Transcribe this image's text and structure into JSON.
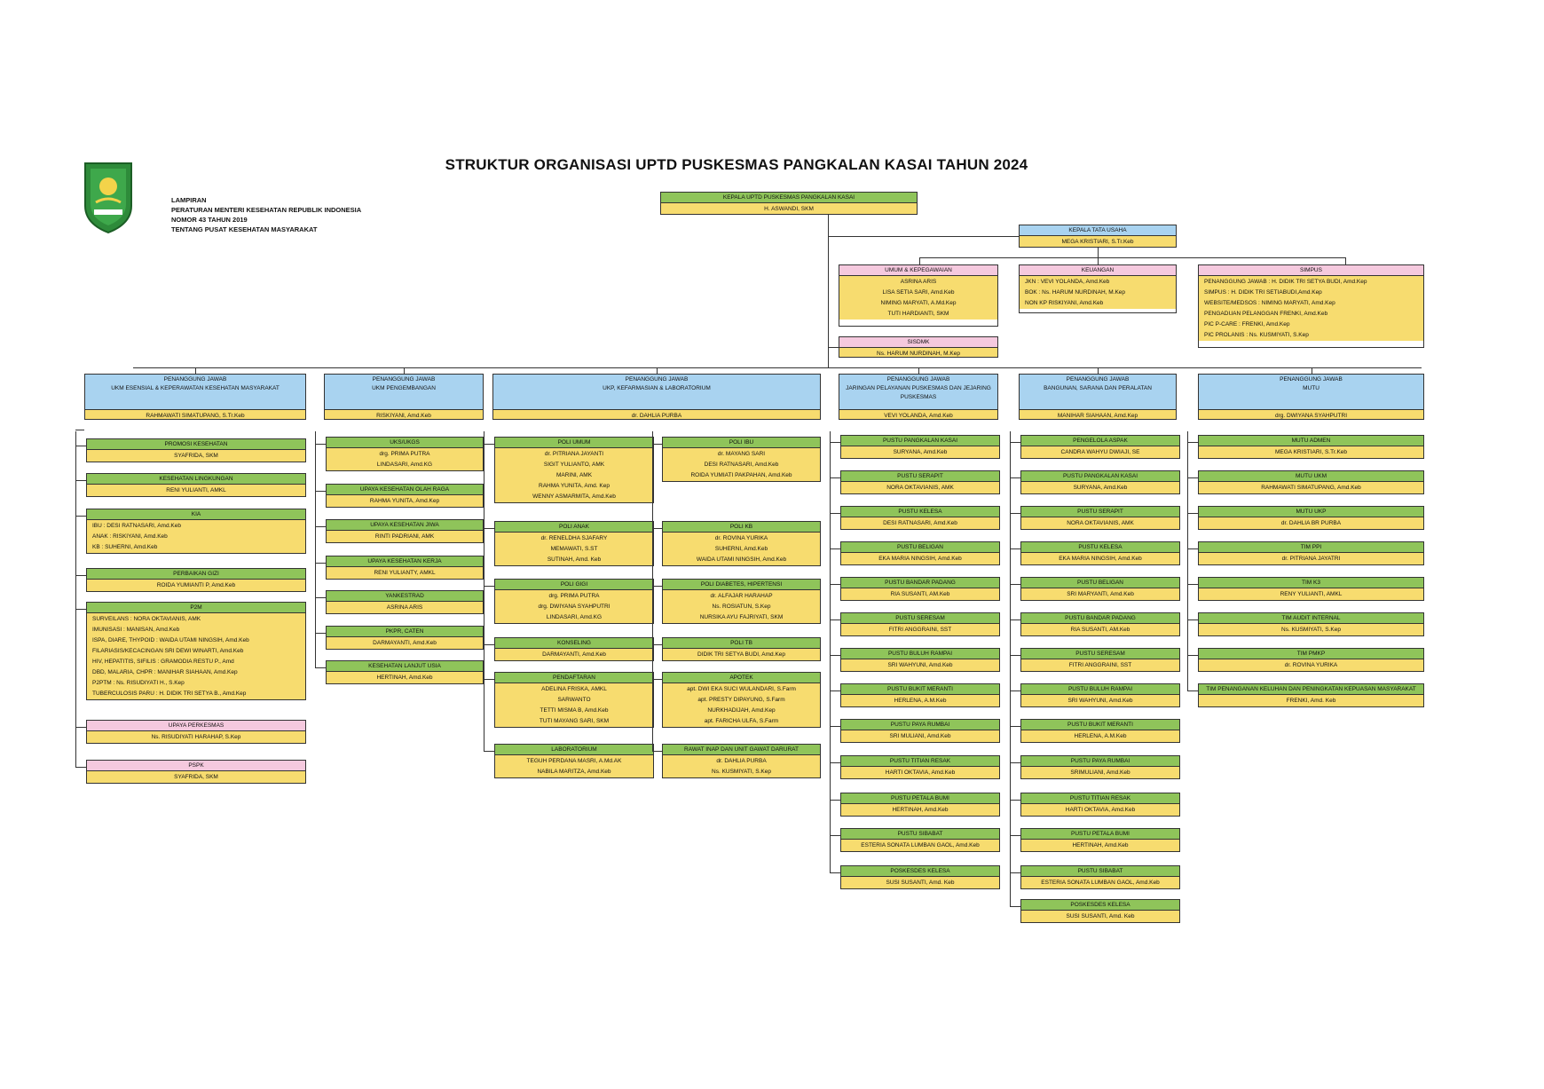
{
  "title": "STRUKTUR ORGANISASI UPTD PUSKESMAS PANGKALAN KASAI TAHUN 2024",
  "lampiran": [
    "LAMPIRAN",
    "PERATURAN MENTERI KESEHATAN REPUBLIK INDONESIA",
    "NOMOR 43 TAHUN 2019",
    "TENTANG PUSAT KESEHATAN MASYARAKAT"
  ],
  "colors": {
    "green": "#8fc45a",
    "yellow": "#f7dc6f",
    "blue": "#a9d3f0",
    "pink": "#f5c9de"
  },
  "kepala": {
    "header": "KEPALA UPTD PUSKESMAS PANGKALAN KASAI",
    "name": "H. ASWANDI, SKM"
  },
  "tata_usaha": {
    "header": "KEPALA TATA USAHA",
    "name": "MEGA KRISTIARI, S.Tr.Keb"
  },
  "umum": {
    "header": "UMUM & KEPEGAWAIAN",
    "lines": [
      "ASRINA ARIS",
      "LISA SETIA SARI, Amd.Keb",
      "NIMING MARYATI, A.Md.Kep",
      "TUTI HARDIANTI, SKM"
    ]
  },
  "keuangan": {
    "header": "KEUANGAN",
    "lines": [
      "JKN    :  VEVI YOLANDA, Amd.Keb",
      "BOK    :  Ns. HARUM NURDINAH, M.Kep",
      "NON KP  RISKIYANI, Amd.Keb"
    ]
  },
  "simpus": {
    "header": "SIMPUS",
    "lines": [
      "PENANGGUNG JAWAB  :  H. DIDIK TRI SETYA BUDI, Amd.Kep",
      "SIMPUS  :  H. DIDIK TRI SETIABUDI,Amd.Kep",
      "WEBSITE/MEDSOS  :  NIMING MARYATI, Amd.Kep",
      "PENGADUAN PELANGGAN  FRENKI, Amd.Keb",
      "PIC P-CARE  :  FRENKI, Amd.Kep",
      "PIC PROLANIS  :  Ns. KUSMIYATI, S.Kep"
    ]
  },
  "sisdmk": {
    "header": "SISDMK",
    "name": "Ns. HARUM NURDINAH, M.Kep"
  },
  "pj": [
    {
      "header": "PENANGGUNG JAWAB",
      "sub": "UKM ESENSIAL & KEPERAWATAN KESEHATAN MASYARAKAT",
      "name": "RAHMAWATI SIMATUPANG, S.Tr.Keb"
    },
    {
      "header": "PENANGGUNG JAWAB",
      "sub": "UKM PENGEMBANGAN",
      "name": "RISKIYANI, Amd.Keb"
    },
    {
      "header": "PENANGGUNG JAWAB",
      "sub": "UKP, KEFARMASIAN & LABORATORIUM",
      "name": "dr. DAHLIA PURBA"
    },
    {
      "header": "PENANGGUNG JAWAB",
      "sub": "JARINGAN PELAYANAN PUSKESMAS DAN JEJARING PUSKESMAS",
      "name": "VEVI YOLANDA, Amd.Keb"
    },
    {
      "header": "PENANGGUNG JAWAB",
      "sub": "BANGUNAN, SARANA DAN PERALATAN",
      "name": "MANIHAR SIAHAAN, Amd.Kep"
    },
    {
      "header": "PENANGGUNG JAWAB",
      "sub": "MUTU",
      "name": "drg. DWIYANA SYAHPUTRI"
    }
  ],
  "col1": [
    {
      "header": "PROMOSI KESEHATAN",
      "lines": [
        "SYAFRIDA, SKM"
      ]
    },
    {
      "header": "KESEHATAN LINGKUNGAN",
      "lines": [
        "RENI YULIANTI, AMKL"
      ]
    },
    {
      "header": "KIA",
      "lines": [
        "IBU    :  DESI RATNASARI, Amd.Keb",
        "ANAK  :  RISKIYANI, Amd.Keb",
        "KB    :  SUHERNI, Amd.Keb"
      ]
    },
    {
      "header": "PERBAIKAN GIZI",
      "lines": [
        "ROIDA YUMIANTI P, Amd.Keb"
      ]
    },
    {
      "header": "P2M",
      "lines": [
        "SURVEILANS  :  NORA OKTAVIANIS, AMK",
        "IMUNISASI  :  MANISAN, Amd.Keb",
        "ISPA, DIARE, THYPOID  :  WAIDA UTAMI NINGSIH, Amd.Keb",
        "FILARIASIS/KECACINGAN  SRI DEWI WINARTI, Amd.Keb",
        "HIV, HEPATITIS, SIFILIS  :  GRAMODIA RESTU P., Amd",
        "DBD, MALARIA, CHPR  :  MANIHAR SIAHAAN, Amd.Kep",
        "P2PTM  :  Ns. RISUDIYATI H., S.Kep",
        "TUBERCULOSIS PARU  :  H. DIDIK TRI SETYA B., Amd.Kep"
      ]
    },
    {
      "header": "UPAYA PERKESMAS",
      "lines": [
        "Ns. RISUDIYATI HARAHAP, S.Kep"
      ]
    },
    {
      "header": "PSPK",
      "lines": [
        "SYAFRIDA, SKM"
      ]
    }
  ],
  "col2": [
    {
      "header": "UKS/UKGS",
      "lines": [
        "drg. PRIMA PUTRA",
        "LINDASARI, Amd.KG"
      ]
    },
    {
      "header": "UPAYA KESEHATAN OLAH RAGA",
      "lines": [
        "RAHMA YUNITA, Amd.Kep"
      ]
    },
    {
      "header": "UPAYA KESEHATAN JIWA",
      "lines": [
        "RINTI PADRIANI, AMK"
      ]
    },
    {
      "header": "UPAYA KESEHATAN KERJA",
      "lines": [
        "RENI YULIANTY, AMKL"
      ]
    },
    {
      "header": "YANKESTRAD",
      "lines": [
        "ASRINA ARIS"
      ]
    },
    {
      "header": "PKPR, CATEN",
      "lines": [
        "DARMAYANTI, Amd.Keb"
      ]
    },
    {
      "header": "KESEHATAN LANJUT USIA",
      "lines": [
        "HERTINAH, Amd.Keb"
      ]
    }
  ],
  "col3a": [
    {
      "header": "POLI UMUM",
      "lines": [
        "dr. PITRIANA JAYANTI",
        "SIGIT YULIANTO, AMK",
        "MARINI, AMK",
        "RAHMA YUNITA, Amd. Kep",
        "WENNY ASMARMITA, Amd.Keb"
      ]
    },
    {
      "header": "POLI ANAK",
      "lines": [
        "dr. RENELDHA SJAFARY",
        "MEMAWATI, S.ST",
        "SUTINAH, Amd. Keb"
      ]
    },
    {
      "header": "POLI GIGI",
      "lines": [
        "drg. PRIMA PUTRA",
        "drg. DWIYANA SYAHPUTRI",
        "LINDASARI, Amd.KG"
      ]
    },
    {
      "header": "KONSELING",
      "lines": [
        "DARMAYANTI, Amd.Keb"
      ]
    },
    {
      "header": "PENDAFTARAN",
      "lines": [
        "ADELINA FRISKA, AMKL",
        "SARWANTO",
        "TETTI MISMA B, Amd.Keb",
        "TUTI MAYANG SARI, SKM"
      ]
    },
    {
      "header": "LABORATORIUM",
      "lines": [
        "TEGUH PERDANA MASRI, A.Md.AK",
        "NABILA MARITZA, Amd.Keb"
      ]
    }
  ],
  "col3b": [
    {
      "header": "POLI IBU",
      "lines": [
        "dr. MAYANG SARI",
        "DESI RATNASARI, Amd.Keb",
        "ROIDA YUMIATI PAKPAHAN, Amd.Keb"
      ]
    },
    {
      "header": "POLI KB",
      "lines": [
        "dr. ROVINA YURIKA",
        "SUHERNI, Amd.Keb",
        "WAIDA UTAMI NINGSIH, Amd.Keb"
      ]
    },
    {
      "header": "POLI DIABETES, HIPERTENSI",
      "lines": [
        "dr. ALFAJAR HARAHAP",
        "Ns. ROSIATUN, S.Kep",
        "NURSIKA AYU FAJRIYATI, SKM"
      ]
    },
    {
      "header": "POLI TB",
      "lines": [
        "DIDIK TRI SETYA BUDI, Amd.Kep"
      ]
    },
    {
      "header": "APOTEK",
      "lines": [
        "apt. DWI EKA SUCI WULANDARI, S.Farm",
        "apt. PRESTY DIPAYUNG, S.Farm",
        "NURKHADIJAH, Amd.Kep",
        "apt. FARICHA ULFA, S.Farm"
      ]
    },
    {
      "header": "RAWAT INAP DAN UNIT GAWAT DARURAT",
      "lines": [
        "dr. DAHLIA PURBA",
        "Ns. KUSMIYATI, S.Kep"
      ]
    }
  ],
  "col4": [
    {
      "header": "PUSTU PANGKALAN KASAI",
      "lines": [
        "SURYANA, Amd.Keb"
      ]
    },
    {
      "header": "PUSTU SERAPIT",
      "lines": [
        "NORA OKTAVIANIS, AMK"
      ]
    },
    {
      "header": "PUSTU KELESA",
      "lines": [
        "DESI RATNASARI, Amd.Keb"
      ]
    },
    {
      "header": "PUSTU BELIGAN",
      "lines": [
        "EKA MARIA NINGSIH, Amd.Keb"
      ]
    },
    {
      "header": "PUSTU BANDAR PADANG",
      "lines": [
        "RIA SUSANTI, AM.Keb"
      ]
    },
    {
      "header": "PUSTU SERESAM",
      "lines": [
        "FITRI ANGGRAINI, SST"
      ]
    },
    {
      "header": "PUSTU BULUH RAMPAI",
      "lines": [
        "SRI WAHYUNI, Amd.Keb"
      ]
    },
    {
      "header": "PUSTU BUKIT MERANTI",
      "lines": [
        "HERLENA, A.M.Keb"
      ]
    },
    {
      "header": "PUSTU PAYA RUMBAI",
      "lines": [
        "SRI MULIANI, Amd.Keb"
      ]
    },
    {
      "header": "PUSTU TITIAN RESAK",
      "lines": [
        "HARTI OKTAVIA, Amd.Keb"
      ]
    },
    {
      "header": "PUSTU PETALA BUMI",
      "lines": [
        "HERTINAH, Amd.Keb"
      ]
    },
    {
      "header": "PUSTU SIBABAT",
      "lines": [
        "ESTERIA SONATA LUMBAN GAOL, Amd.Keb"
      ]
    },
    {
      "header": "POSKESDES KELESA",
      "lines": [
        "SUSI SUSANTI, Amd. Keb"
      ]
    }
  ],
  "col5": [
    {
      "header": "PENGELOLA ASPAK",
      "lines": [
        "CANDRA WAHYU DWIAJI, SE"
      ]
    },
    {
      "header": "PUSTU PANGKALAN KASAI",
      "lines": [
        "SURYANA, Amd.Keb"
      ]
    },
    {
      "header": "PUSTU SERAPIT",
      "lines": [
        "NORA OKTAVIANIS, AMK"
      ]
    },
    {
      "header": "PUSTU KELESA",
      "lines": [
        "EKA MARIA NINGSIH, Amd.Keb"
      ]
    },
    {
      "header": "PUSTU BELIGAN",
      "lines": [
        "SRI MARYANTI, Amd.Keb"
      ]
    },
    {
      "header": "PUSTU BANDAR PADANG",
      "lines": [
        "RIA SUSANTI, AM.Keb"
      ]
    },
    {
      "header": "PUSTU SERESAM",
      "lines": [
        "FITRI ANGGRAINI, SST"
      ]
    },
    {
      "header": "PUSTU BULUH RAMPAI",
      "lines": [
        "SRI WAHYUNI, Amd.Keb"
      ]
    },
    {
      "header": "PUSTU BUKIT MERANTI",
      "lines": [
        "HERLENA, A.M.Keb"
      ]
    },
    {
      "header": "PUSTU PAYA RUMBAI",
      "lines": [
        "SRIMULIANI, Amd.Keb"
      ]
    },
    {
      "header": "PUSTU TITIAN RESAK",
      "lines": [
        "HARTI OKTAVIA, Amd.Keb"
      ]
    },
    {
      "header": "PUSTU PETALA BUMI",
      "lines": [
        "HERTINAH, Amd.Keb"
      ]
    },
    {
      "header": "PUSTU SIBABAT",
      "lines": [
        "ESTERIA SONATA LUMBAN GAOL, Amd.Keb"
      ]
    },
    {
      "header": "POSKESDES KELESA",
      "lines": [
        "SUSI SUSANTI, Amd. Keb"
      ]
    }
  ],
  "col6": [
    {
      "header": "MUTU ADMEN",
      "lines": [
        "MEGA KRISTIARI, S.Tr.Keb"
      ]
    },
    {
      "header": "MUTU UKM",
      "lines": [
        "RAHMAWATI SIMATUPANG, Amd.Keb"
      ]
    },
    {
      "header": "MUTU UKP",
      "lines": [
        "dr. DAHLIA BR PURBA"
      ]
    },
    {
      "header": "TIM PPI",
      "lines": [
        "dr. PITRIANA JAYATRI"
      ]
    },
    {
      "header": "TIM K3",
      "lines": [
        "RENY YULIANTI, AMKL"
      ]
    },
    {
      "header": "TIM AUDIT INTERNAL",
      "lines": [
        "Ns. KUSMIYATI, S.Kep"
      ]
    },
    {
      "header": "TIM PMKP",
      "lines": [
        "dr. ROVINA YURIKA"
      ]
    },
    {
      "header": "TIM PENANGANAN KELUHAN DAN PENINGKATAN KEPUASAN MASYARAKAT",
      "lines": [
        "FRENKI, Amd. Keb"
      ]
    }
  ]
}
